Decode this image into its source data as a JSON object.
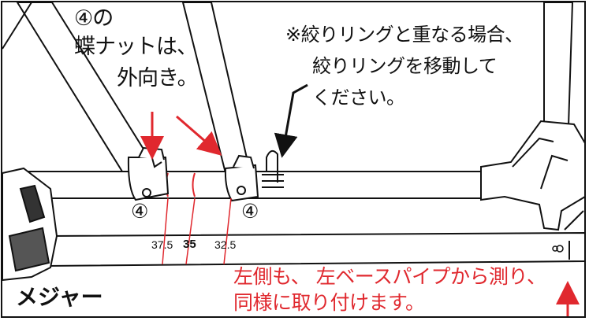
{
  "labels": {
    "wing_nut_line1": "④の",
    "wing_nut_line2": "蝶ナットは、",
    "wing_nut_line3": "外向き。",
    "note_line1": "※絞りリングと重なる場合、",
    "note_line2": "絞りリングを移動して",
    "note_line3": "ください。",
    "clamp_left": "④",
    "clamp_right": "④",
    "tick_375": "37.5",
    "tick_35": "35",
    "tick_325": "32.5",
    "measure": "メジャー",
    "red_line1": "左側も、 左ベースパイプから測り、",
    "red_line2": "同様に取り付けます。"
  },
  "colors": {
    "line": "#111111",
    "accent_red": "#e0282e",
    "background": "#ffffff"
  }
}
